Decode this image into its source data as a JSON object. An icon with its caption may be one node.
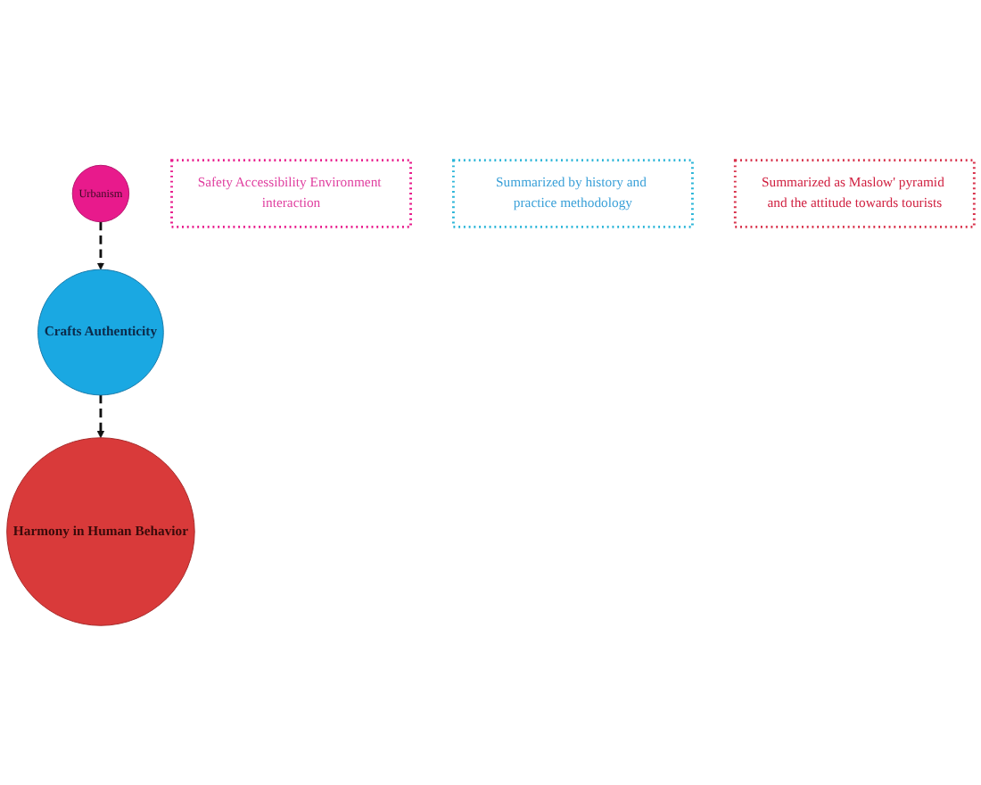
{
  "diagram": {
    "nodes": [
      {
        "text": [
          "Urbanism"
        ]
      },
      {
        "text": [
          "Safety Accessibility Environment interaction"
        ]
      },
      {
        "text": [
          "Crafts Authenticity"
        ]
      },
      {
        "text": [
          "Summarized by history and practice methodology"
        ]
      },
      {
        "text": [
          "Harmony in Human Behavior"
        ]
      },
      {
        "text": [
          "Summarized as Maslow' pyramid and the attitude towards tourists"
        ]
      }
    ],
    "edges": [
      {
        "from": 0,
        "to": 2,
        "arrow": "to",
        "style": "dashed"
      },
      {
        "from": 2,
        "to": 4,
        "arrow": "to",
        "style": "dashed"
      }
    ]
  }
}
